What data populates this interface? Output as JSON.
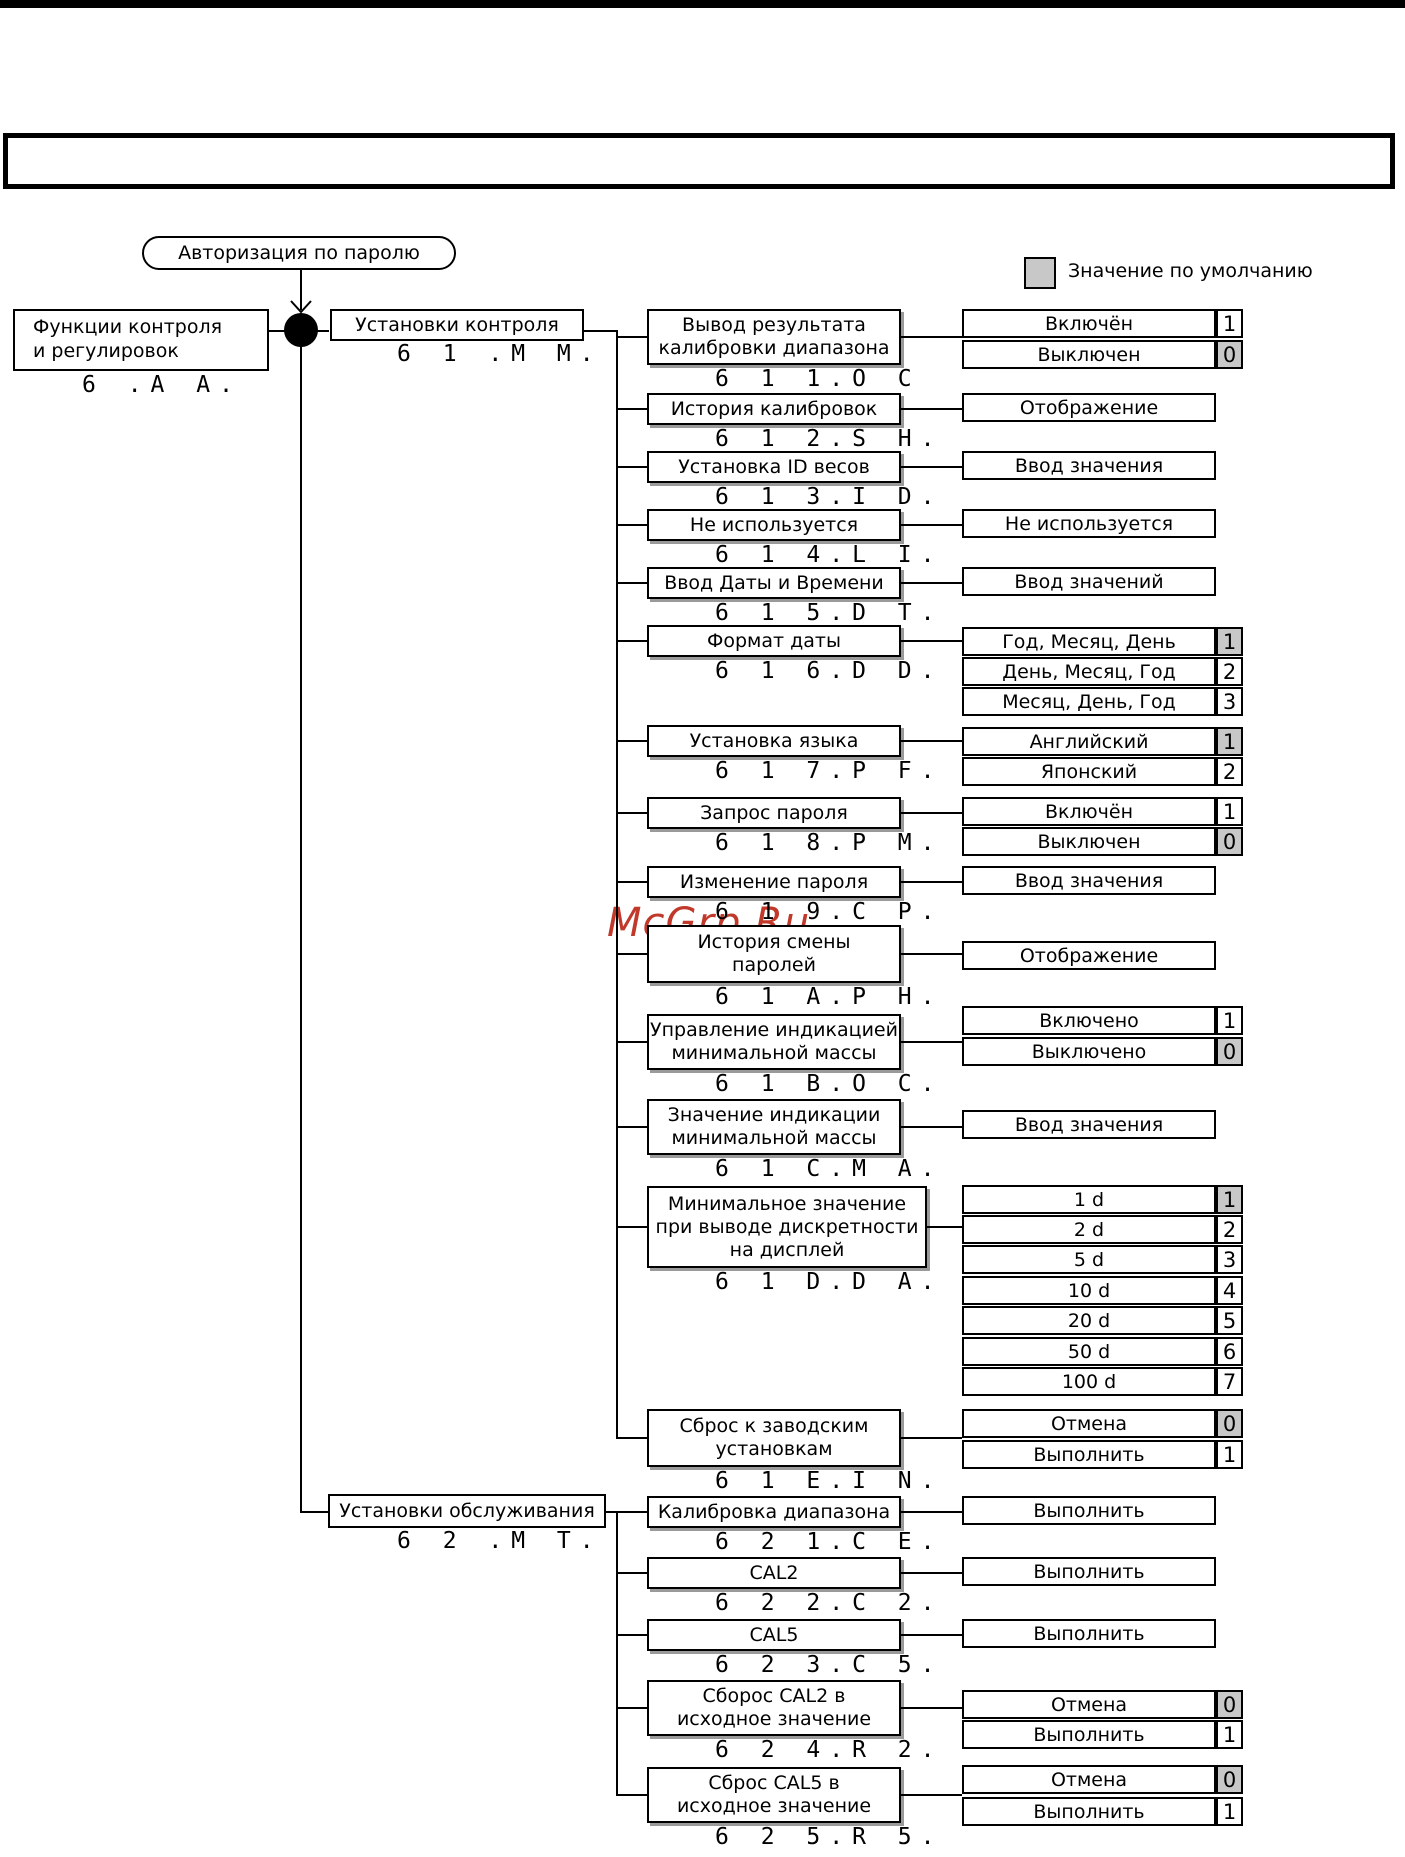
{
  "header": {
    "title_box": ""
  },
  "auth_label": "Авторизация по паролю",
  "legend": {
    "label": "Значение по умолчанию",
    "color": "#c8c8c8"
  },
  "watermark": "McGrp.Ru",
  "root": {
    "label_line1": "Функции контроля",
    "label_line2": "и регулировок",
    "code": "6  .A A."
  },
  "branches": [
    {
      "label": "Установки контроля",
      "code": "6 1 .M M."
    },
    {
      "label": "Установки обслуживания",
      "code": "6 2 .M T."
    }
  ],
  "items": [
    {
      "label": [
        "Вывод результата",
        "калибровки диапазона"
      ],
      "code": "6 1 1.O C",
      "options": [
        {
          "text": "Включён",
          "num": "1",
          "def": false
        },
        {
          "text": "Выключен",
          "num": "0",
          "def": true
        }
      ]
    },
    {
      "label": [
        "История калибровок"
      ],
      "code": "6 1 2.S H.",
      "options": [
        {
          "text": "Отображение"
        }
      ]
    },
    {
      "label": [
        "Установка ID весов"
      ],
      "code": "6 1 3.I D.",
      "options": [
        {
          "text": "Ввод значения"
        }
      ]
    },
    {
      "label": [
        "Не используется"
      ],
      "code": "6 1 4.L I.",
      "options": [
        {
          "text": "Не используется"
        }
      ]
    },
    {
      "label": [
        "Ввод Даты и Времени"
      ],
      "code": "6 1 5.D T.",
      "options": [
        {
          "text": "Ввод значений"
        }
      ]
    },
    {
      "label": [
        "Формат даты"
      ],
      "code": "6 1 6.D D.",
      "options": [
        {
          "text": "Год, Месяц, День",
          "num": "1",
          "def": true
        },
        {
          "text": "День, Месяц, Год",
          "num": "2",
          "def": false
        },
        {
          "text": "Месяц, День, Год",
          "num": "3",
          "def": false
        }
      ]
    },
    {
      "label": [
        "Установка языка"
      ],
      "code": "6 1 7.P F.",
      "options": [
        {
          "text": "Английский",
          "num": "1",
          "def": true
        },
        {
          "text": "Японский",
          "num": "2",
          "def": false
        }
      ]
    },
    {
      "label": [
        "Запрос пароля"
      ],
      "code": "6 1 8.P M.",
      "options": [
        {
          "text": "Включён",
          "num": "1",
          "def": false
        },
        {
          "text": "Выключен",
          "num": "0",
          "def": true
        }
      ]
    },
    {
      "label": [
        "Изменение пароля"
      ],
      "code": "6 1 9.C P.",
      "options": [
        {
          "text": "Ввод значения"
        }
      ]
    },
    {
      "label": [
        "История смены",
        "паролей"
      ],
      "code": "6 1 A.P H.",
      "options": [
        {
          "text": "Отображение"
        }
      ]
    },
    {
      "label": [
        "Управление индикацией",
        "минимальной массы"
      ],
      "code": "6 1 B.O C.",
      "options": [
        {
          "text": "Включено",
          "num": "1",
          "def": false
        },
        {
          "text": "Выключено",
          "num": "0",
          "def": true
        }
      ]
    },
    {
      "label": [
        "Значение индикации",
        "минимальной массы"
      ],
      "code": "6 1 C.M A.",
      "options": [
        {
          "text": "Ввод значения"
        }
      ]
    },
    {
      "label": [
        "Минимальное значение",
        "при выводе дискретности",
        "на дисплей"
      ],
      "code": "6 1 D.D A.",
      "options": [
        {
          "text": "1 d",
          "num": "1",
          "def": true
        },
        {
          "text": "2 d",
          "num": "2",
          "def": false
        },
        {
          "text": "5 d",
          "num": "3",
          "def": false
        },
        {
          "text": "10 d",
          "num": "4",
          "def": false
        },
        {
          "text": "20 d",
          "num": "5",
          "def": false
        },
        {
          "text": "50 d",
          "num": "6",
          "def": false
        },
        {
          "text": "100 d",
          "num": "7",
          "def": false
        }
      ]
    },
    {
      "label": [
        "Сброс к заводским",
        "установкам"
      ],
      "code": "6 1 E.I N.",
      "options": [
        {
          "text": "Отмена",
          "num": "0",
          "def": true
        },
        {
          "text": "Выполнить",
          "num": "1",
          "def": false
        }
      ]
    },
    {
      "label": [
        "Калибровка диапазона"
      ],
      "code": "6 2 1.C E.",
      "options": [
        {
          "text": "Выполнить"
        }
      ]
    },
    {
      "label": [
        "CAL2"
      ],
      "code": "6 2 2.C 2.",
      "options": [
        {
          "text": "Выполнить"
        }
      ]
    },
    {
      "label": [
        "CAL5"
      ],
      "code": "6 2 3.C 5.",
      "options": [
        {
          "text": "Выполнить"
        }
      ]
    },
    {
      "label": [
        "Сборос CAL2 в",
        "исходное значение"
      ],
      "code": "6 2 4.R 2.",
      "options": [
        {
          "text": "Отмена",
          "num": "0",
          "def": true
        },
        {
          "text": "Выполнить",
          "num": "1",
          "def": false
        }
      ]
    },
    {
      "label": [
        "Сброс CAL5 в",
        "исходное значение"
      ],
      "code": "6 2 5.R 5.",
      "options": [
        {
          "text": "Отмена",
          "num": "0",
          "def": true
        },
        {
          "text": "Выполнить",
          "num": "1",
          "def": false
        }
      ]
    }
  ]
}
